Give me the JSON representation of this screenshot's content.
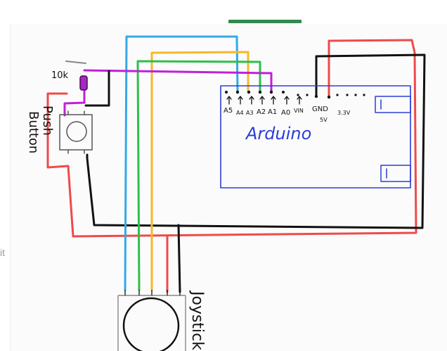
{
  "sidebar": {
    "cut_text": "it"
  },
  "labels": {
    "resistor": "10k",
    "push_button_line1": "Push",
    "push_button_line2": "Button",
    "arduino": "Arduino",
    "joystick": "Joystick"
  },
  "pins": [
    "A5",
    "A4",
    "A3",
    "A2",
    "A1",
    "A0",
    "VIN",
    "GND",
    "5V",
    "3.3V"
  ],
  "colors": {
    "red": "#ef4a4a",
    "black": "#111111",
    "blue": "#33a9e6",
    "yellow": "#f5b82a",
    "green": "#2fbf4a",
    "purple": "#c020d8",
    "board": "#2a3fd6",
    "gray": "#888888",
    "tab": "#2f8a4f"
  }
}
